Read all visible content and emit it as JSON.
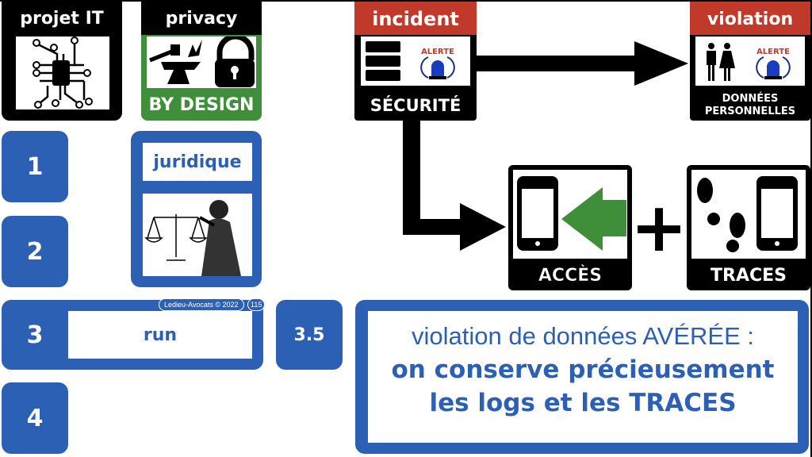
{
  "tiles": {
    "projet_it": "projet IT",
    "privacy": "privacy",
    "by_design": "BY DESIGN",
    "incident": "incident",
    "securite": "SÉCURITÉ",
    "violation": "violation",
    "donnees_1": "DONNÉES",
    "donnees_2": "PERSONNELLES",
    "alerte": "ALERTE",
    "acces": "ACCÈS",
    "traces": "TRACES",
    "plus": "+"
  },
  "steps": {
    "s1": "1",
    "s2": "2",
    "s3": "3",
    "s4": "4",
    "s35": "3.5",
    "juridique": "juridique",
    "run": "run"
  },
  "footer": {
    "credit": "Ledieu-Avocats © 2022",
    "page": "115"
  },
  "message": {
    "line1": "violation de données AVÉRÉE :",
    "line2": "on conserve précieusement",
    "line3": "les logs et les TRACES"
  },
  "colors": {
    "blue": "#2c60b5",
    "red": "#c0392b",
    "green": "#3f8f3a",
    "black": "#000000"
  }
}
